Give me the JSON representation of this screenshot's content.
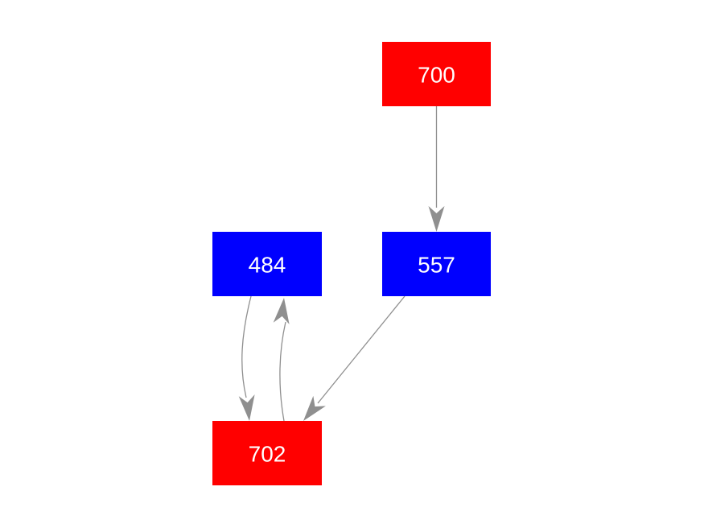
{
  "graph": {
    "title": "directed-graph",
    "background_color": "#ffffff",
    "edge_color": "#8f8f8f",
    "label_color": "#ffffff",
    "node_colors": {
      "red": "#ff0000",
      "blue": "#0000ff"
    },
    "nodes": [
      {
        "id": "700",
        "label": "700",
        "color": "#ff0000",
        "color_name": "red"
      },
      {
        "id": "484",
        "label": "484",
        "color": "#0000ff",
        "color_name": "blue"
      },
      {
        "id": "557",
        "label": "557",
        "color": "#0000ff",
        "color_name": "blue"
      },
      {
        "id": "702",
        "label": "702",
        "color": "#ff0000",
        "color_name": "red"
      }
    ],
    "edges": [
      {
        "from": "700",
        "to": "557",
        "style": "straight-vertical"
      },
      {
        "from": "484",
        "to": "702",
        "style": "curved-left"
      },
      {
        "from": "702",
        "to": "484",
        "style": "curved-right"
      },
      {
        "from": "557",
        "to": "702",
        "style": "straight-diagonal"
      }
    ]
  }
}
